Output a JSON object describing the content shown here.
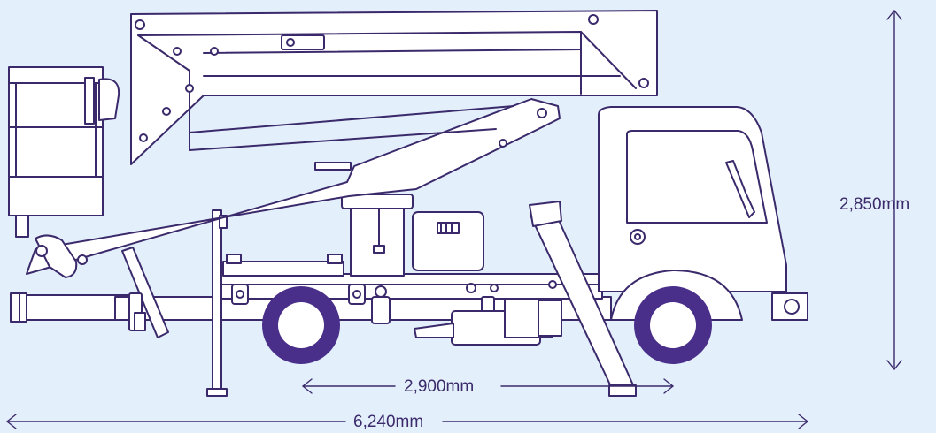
{
  "dimensions": {
    "height_label": "2,850mm",
    "wheelbase_label": "2,900mm",
    "length_label": "6,240mm"
  },
  "colors": {
    "background": "#e3f0fb",
    "line": "#3b2a6b",
    "wheel": "#4a2f8a",
    "fill": "#ffffff"
  }
}
